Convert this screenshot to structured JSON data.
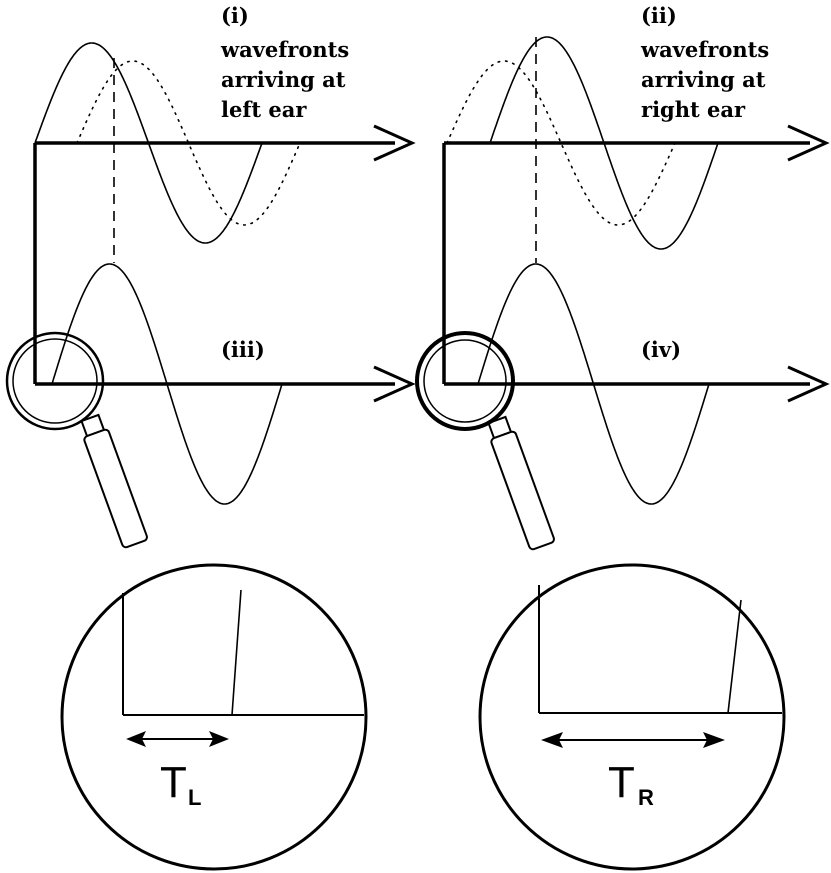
{
  "panels": {
    "i": {
      "label": "(i)",
      "caption_lines": [
        "wavefronts",
        "arriving at",
        "left ear"
      ]
    },
    "ii": {
      "label": "(ii)",
      "caption_lines": [
        "wavefronts",
        "arriving at",
        "right ear"
      ]
    },
    "iii": {
      "label": "(iii)"
    },
    "iv": {
      "label": "(iv)"
    }
  },
  "magnified": {
    "left": {
      "symbol": "T",
      "subscript": "L"
    },
    "right": {
      "symbol": "T",
      "subscript": "R"
    }
  },
  "colors": {
    "ink": "#000000",
    "background": "#ffffff",
    "handle_fill": "#ffffff"
  },
  "icons": [
    "magnifying-glass-icon",
    "magnifying-glass-icon"
  ]
}
